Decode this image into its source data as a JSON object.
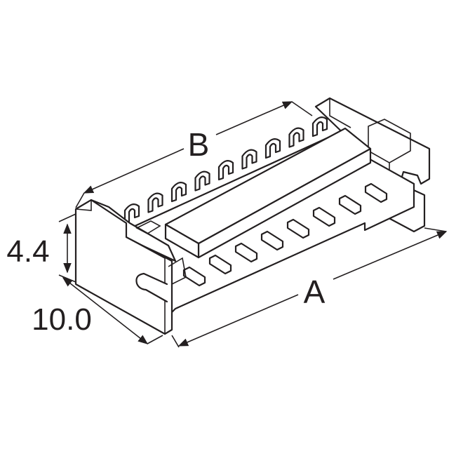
{
  "dimensions": {
    "width_label": "B",
    "length_label": "A",
    "height_label": "4.4",
    "depth_label": "10.0"
  },
  "colors": {
    "line": "#231f20",
    "background": "#ffffff"
  }
}
